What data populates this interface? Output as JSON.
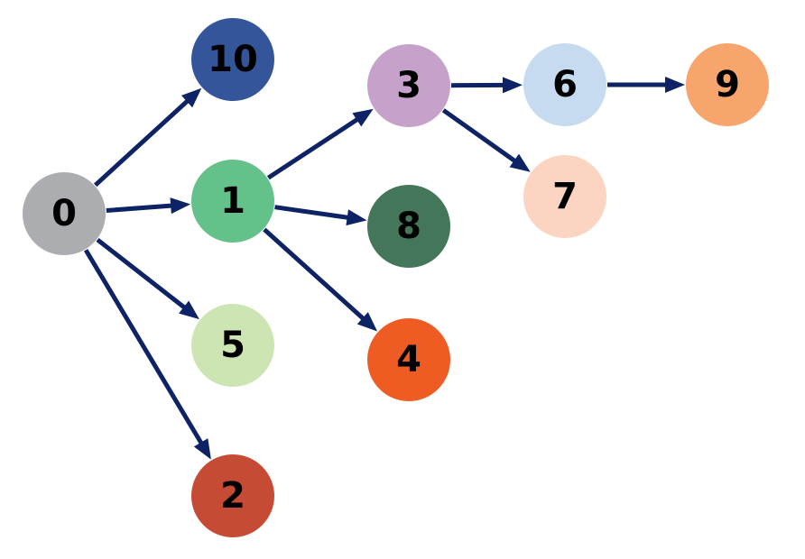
{
  "diagram": {
    "type": "directed-tree",
    "edge_color": "#0d2366",
    "label_color": "#000000",
    "nodes": [
      {
        "id": "0",
        "label": "0",
        "color": "#acadb0"
      },
      {
        "id": "10",
        "label": "10",
        "color": "#34559a"
      },
      {
        "id": "1",
        "label": "1",
        "color": "#64c18a"
      },
      {
        "id": "5",
        "label": "5",
        "color": "#cde5b3"
      },
      {
        "id": "2",
        "label": "2",
        "color": "#c64b35"
      },
      {
        "id": "3",
        "label": "3",
        "color": "#c6a2cb"
      },
      {
        "id": "8",
        "label": "8",
        "color": "#44775a"
      },
      {
        "id": "4",
        "label": "4",
        "color": "#ef5c23"
      },
      {
        "id": "6",
        "label": "6",
        "color": "#c6daf0"
      },
      {
        "id": "7",
        "label": "7",
        "color": "#fbd4c2"
      },
      {
        "id": "9",
        "label": "9",
        "color": "#f7a56d"
      }
    ],
    "edges": [
      {
        "from": "0",
        "to": "10"
      },
      {
        "from": "0",
        "to": "1"
      },
      {
        "from": "0",
        "to": "5"
      },
      {
        "from": "0",
        "to": "2"
      },
      {
        "from": "1",
        "to": "3"
      },
      {
        "from": "1",
        "to": "8"
      },
      {
        "from": "1",
        "to": "4"
      },
      {
        "from": "3",
        "to": "6"
      },
      {
        "from": "3",
        "to": "7"
      },
      {
        "from": "6",
        "to": "9"
      }
    ]
  }
}
